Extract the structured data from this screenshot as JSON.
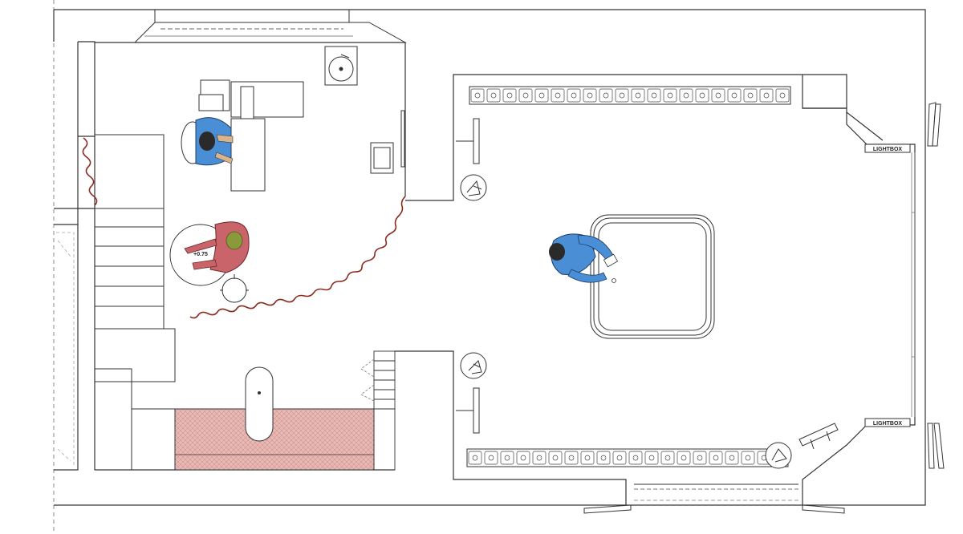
{
  "plan": {
    "labels": {
      "lightbox_top": "LIGHTBOX",
      "lightbox_bottom": "LIGHTBOX",
      "table_measure": "+0.75"
    },
    "colors": {
      "wall": "#333333",
      "floor_tiles": "#e8b8b4",
      "curtain": "#8b2a1e",
      "shirt_blue": "#4a8fd6",
      "shirt_red": "#c9656a",
      "hair_dark": "#2a2a2a",
      "hair_olive": "#8a9a3a"
    },
    "counts": {
      "top_display_units": 20,
      "bottom_display_units": 20
    }
  }
}
